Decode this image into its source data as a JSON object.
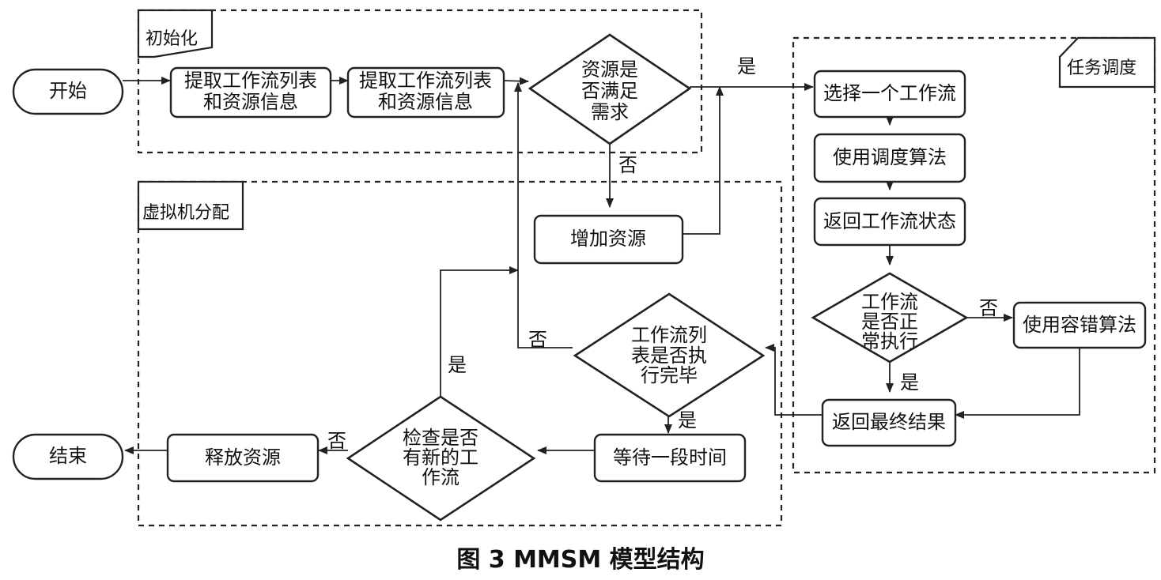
{
  "regions": {
    "init": "初始化",
    "vm": "虚拟机分配",
    "task": "任务调度"
  },
  "nodes": {
    "start": "开始",
    "extract1": [
      "提取工作流列表",
      "和资源信息"
    ],
    "extract2": [
      "提取工作流列表",
      "和资源信息"
    ],
    "resource_check": [
      "资源是",
      "否满足",
      "需求"
    ],
    "add_resource": "增加资源",
    "select_workflow": "选择一个工作流",
    "use_scheduler": "使用调度算法",
    "return_status": "返回工作流状态",
    "normal_check": [
      "工作流",
      "是否正",
      "常执行"
    ],
    "fault_tolerance": "使用容错算法",
    "return_result": "返回最终结果",
    "list_done_check": [
      "工作流列",
      "表是否执",
      "行完毕"
    ],
    "wait": "等待一段时间",
    "new_check": [
      "检查是否",
      "有新的工",
      "作流"
    ],
    "release": "释放资源",
    "end": "结束"
  },
  "edge_labels": {
    "resource_yes": "是",
    "resource_no": "否",
    "normal_no": "否",
    "normal_yes": "是",
    "list_no": "否",
    "list_yes": "是",
    "new_yes": "是",
    "new_no": "否"
  },
  "caption": "图 3   MMSM 模型结构"
}
